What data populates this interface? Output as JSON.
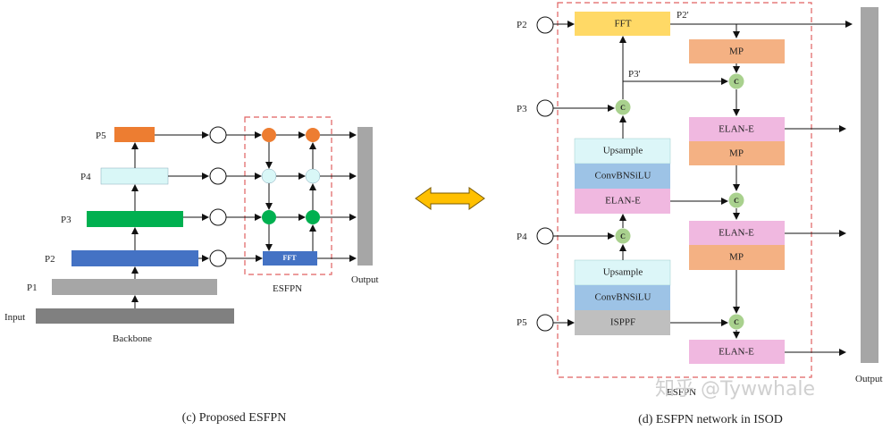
{
  "left": {
    "caption": "(c) Proposed ESFPN",
    "labels": {
      "p5": "P5",
      "p4": "P4",
      "p3": "P3",
      "p2": "P2",
      "p1": "P1",
      "input": "Input"
    },
    "backbone": "Backbone",
    "esfpn": "ESFPN",
    "output": "Output",
    "fft": "FFT"
  },
  "right": {
    "caption": "(d) ESFPN network in ISOD",
    "labels": {
      "p2": "P2",
      "p3": "P3",
      "p4": "P4",
      "p5": "P5"
    },
    "fft": "FFT",
    "p2prime": "P2'",
    "p3prime": "P3'",
    "mp": "MP",
    "elan_e": "ELAN-E",
    "upsample": "Upsample",
    "convbnsilu": "ConvBNSiLU",
    "isppf": "ISPPF",
    "concat": "C",
    "esfpn": "ESFPN",
    "output": "Output"
  },
  "watermark": "知乎 @Tywwhale",
  "colors": {
    "orange": "#ed7d31",
    "light_cyan": "#d9f7f7",
    "green": "#00b050",
    "blue": "#4472c4",
    "gray": "#a6a6a6",
    "dark_gray": "#808080",
    "fft_yellow": "#ffd966",
    "mp_orange": "#f4b183",
    "elan_pink": "#f0b8e0",
    "upsample_cyan": "#dcf6f8",
    "conv_blue": "#9dc3e6",
    "isppf_gray": "#bfbfbf",
    "concat_green": "#a9d18e",
    "arrow_yellow": "#ffc000",
    "dash_red": "#e06060"
  }
}
